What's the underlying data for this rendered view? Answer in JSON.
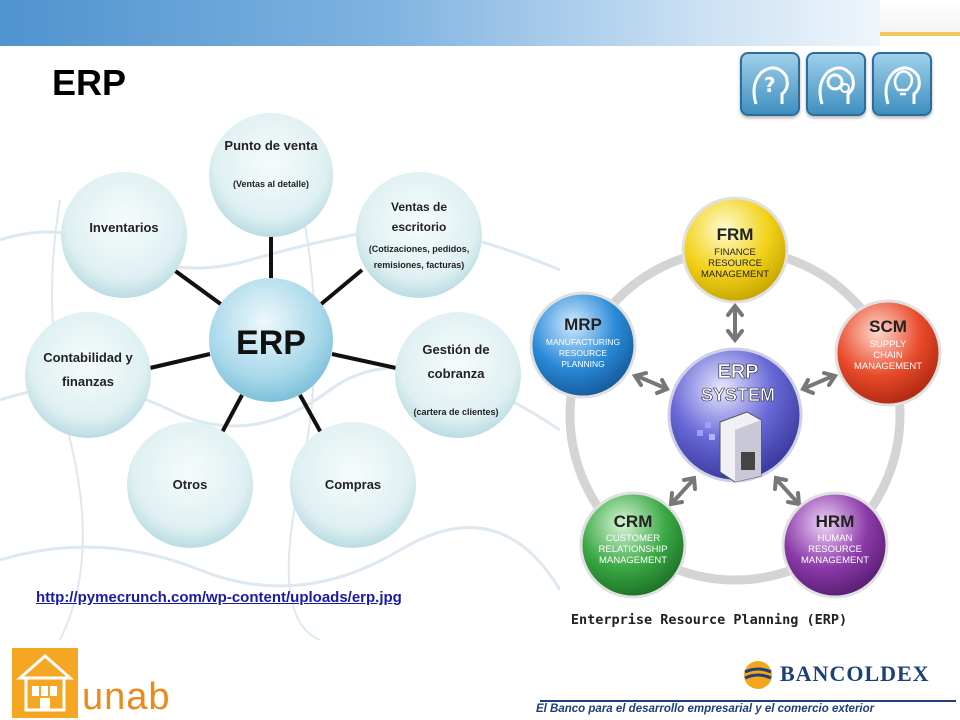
{
  "slide": {
    "title": "ERP"
  },
  "header_icons": [
    {
      "name": "question-head-icon"
    },
    {
      "name": "gears-head-icon"
    },
    {
      "name": "lightbulb-head-icon"
    }
  ],
  "left_diagram": {
    "center": "ERP",
    "nodes": [
      {
        "title": "Punto de venta",
        "subtitle": "(Ventas al detalle)"
      },
      {
        "title": "Ventas de escritorio",
        "subtitle": "(Cotizaciones, pedidos, remisiones, facturas)"
      },
      {
        "title": "Gestión de cobranza",
        "subtitle": "(cartera de clientes)"
      },
      {
        "title": "Compras",
        "subtitle": ""
      },
      {
        "title": "Otros",
        "subtitle": ""
      },
      {
        "title": "Contabilidad y finanzas",
        "subtitle": ""
      },
      {
        "title": "Inventarios",
        "subtitle": ""
      }
    ]
  },
  "right_diagram": {
    "center_line1": "ERP",
    "center_line2": "SYSTEM",
    "caption": "Enterprise Resource Planning (ERP)",
    "modules": [
      {
        "abbr": "FRM",
        "l1": "FINANCE",
        "l2": "RESOURCE",
        "l3": "MANAGEMENT",
        "color": "#f2d21a"
      },
      {
        "abbr": "SCM",
        "l1": "SUPPLY",
        "l2": "CHAIN",
        "l3": "MANAGEMENT",
        "color": "#e84a2a"
      },
      {
        "abbr": "HRM",
        "l1": "HUMAN",
        "l2": "RESOURCE",
        "l3": "MANAGEMENT",
        "color": "#8a3aa8"
      },
      {
        "abbr": "CRM",
        "l1": "CUSTOMER",
        "l2": "RELATIONSHIP",
        "l3": "MANAGEMENT",
        "color": "#3aa844"
      },
      {
        "abbr": "MRP",
        "l1": "MANUFACTURING",
        "l2": "RESOURCE",
        "l3": "PLANNING",
        "color": "#2a8ad8"
      }
    ]
  },
  "source_link": "http://pymecrunch.com/wp-content/uploads/erp.jpg",
  "footer": {
    "unab": "unab",
    "bancoldex": "BANCOLDEX",
    "tagline": "El Banco para el desarrollo empresarial y el comercio exterior"
  }
}
